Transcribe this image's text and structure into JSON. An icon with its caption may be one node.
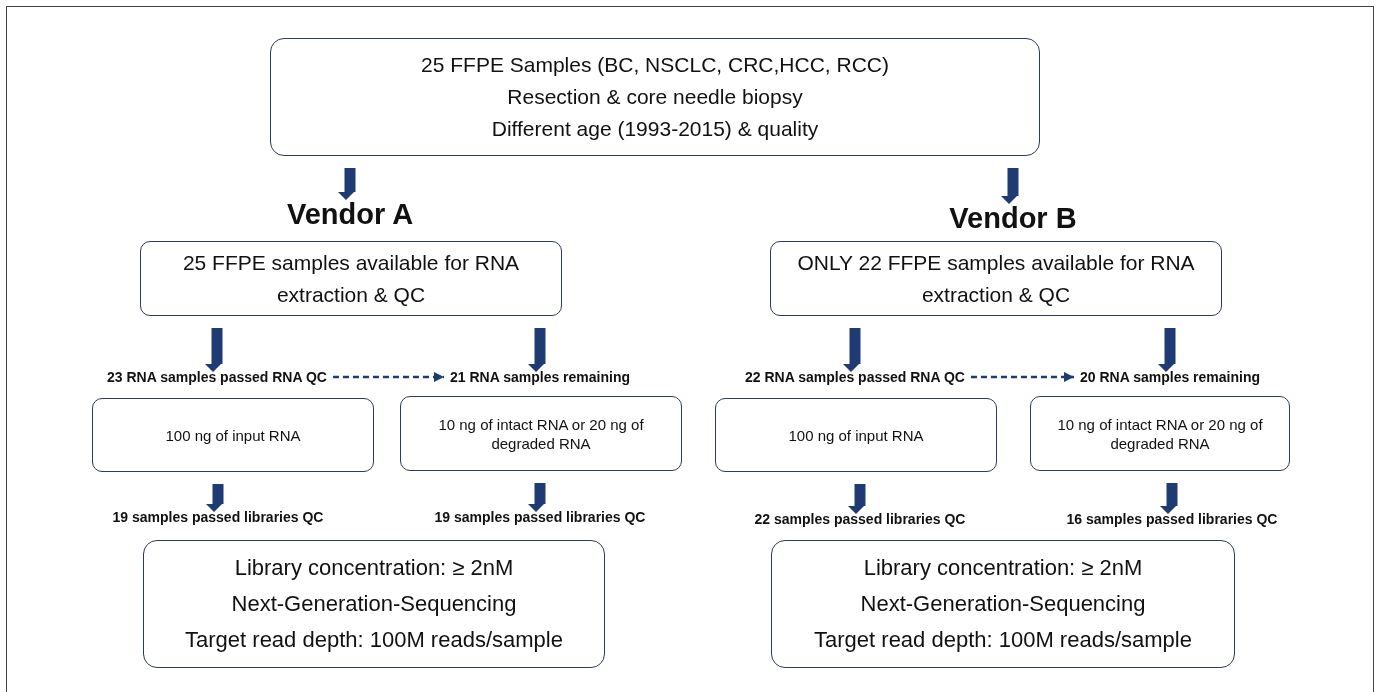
{
  "diagram": {
    "nodes": [
      {
        "text": [
          "25 FFPE Samples (BC, NSCLC, CRC,HCC, RCC)",
          "Resection & core needle biopsy",
          "Different age (1993-2015)  & quality"
        ]
      },
      {
        "text": [
          "Vendor A"
        ]
      },
      {
        "text": [
          "Vendor B"
        ]
      },
      {
        "text": [
          "25 FFPE samples available for RNA extraction & QC"
        ]
      },
      {
        "text": [
          "ONLY 22 FFPE samples available for RNA extraction & QC"
        ]
      },
      {
        "text": [
          "23 RNA samples passed RNA QC"
        ]
      },
      {
        "text": [
          "21 RNA samples remaining"
        ]
      },
      {
        "text": [
          "22 RNA samples passed RNA QC"
        ]
      },
      {
        "text": [
          "20 RNA samples remaining"
        ]
      },
      {
        "text": [
          "100 ng of input RNA"
        ]
      },
      {
        "text": [
          "10 ng of intact RNA or 20 ng of degraded RNA"
        ]
      },
      {
        "text": [
          "100 ng of input RNA"
        ]
      },
      {
        "text": [
          "10 ng of intact RNA or 20 ng of degraded RNA"
        ]
      },
      {
        "text": [
          "19 samples passed libraries QC"
        ]
      },
      {
        "text": [
          "19 samples passed libraries QC"
        ]
      },
      {
        "text": [
          "22 samples passed libraries QC"
        ]
      },
      {
        "text": [
          "16 samples passed libraries QC"
        ]
      },
      {
        "text": [
          "Library concentration: ≥ 2nM",
          "Next-Generation-Sequencing",
          "Target read depth: 100M reads/sample"
        ]
      },
      {
        "text": [
          "Library concentration: ≥ 2nM",
          "Next-Generation-Sequencing",
          "Target read depth: 100M reads/sample"
        ]
      }
    ],
    "edges": [
      {
        "from": 0,
        "to": 1,
        "arrow": "to"
      },
      {
        "from": 0,
        "to": 2,
        "arrow": "to"
      },
      {
        "from": 3,
        "to": 5,
        "arrow": "to"
      },
      {
        "from": 3,
        "to": 6,
        "arrow": "to"
      },
      {
        "from": 5,
        "to": 6,
        "arrow": "to",
        "style": "dashed"
      },
      {
        "from": 4,
        "to": 7,
        "arrow": "to"
      },
      {
        "from": 4,
        "to": 8,
        "arrow": "to"
      },
      {
        "from": 7,
        "to": 8,
        "arrow": "to",
        "style": "dashed"
      },
      {
        "from": 9,
        "to": 13,
        "arrow": "to"
      },
      {
        "from": 10,
        "to": 14,
        "arrow": "to"
      },
      {
        "from": 11,
        "to": 15,
        "arrow": "to"
      },
      {
        "from": 12,
        "to": 16,
        "arrow": "to"
      }
    ]
  }
}
